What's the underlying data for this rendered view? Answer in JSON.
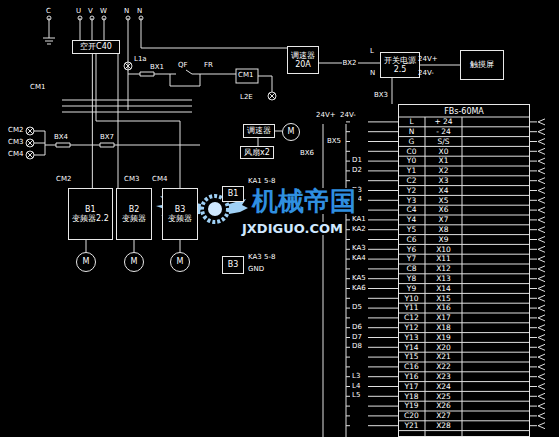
{
  "diagram": {
    "nodes": [
      {
        "text": [
          "空开C40"
        ]
      },
      {
        "text": [
          "调速器",
          "20A"
        ]
      },
      {
        "text": [
          "开关电源",
          "2.5"
        ]
      },
      {
        "text": [
          "触摸屏"
        ]
      },
      {
        "text": [
          "调速器"
        ]
      },
      {
        "text": [
          "M"
        ]
      },
      {
        "text": [
          "风扇x2"
        ]
      },
      {
        "text": [
          "FBs-60MA"
        ]
      },
      {
        "text": [
          "B1",
          "变频器2.2"
        ]
      },
      {
        "text": [
          "B2",
          "变频器"
        ]
      },
      {
        "text": [
          "B3",
          "变频器"
        ]
      },
      {
        "text": [
          "B1"
        ]
      },
      {
        "text": [
          "B3"
        ]
      },
      {
        "text": [
          "M"
        ]
      },
      {
        "text": [
          "M"
        ]
      },
      {
        "text": [
          "M"
        ]
      }
    ],
    "edges": [
      {
        "from": 0,
        "to": 8,
        "arrow": "none"
      },
      {
        "from": 0,
        "to": 9,
        "arrow": "none"
      },
      {
        "from": 0,
        "to": 10,
        "arrow": "none"
      },
      {
        "from": 8,
        "to": 13,
        "arrow": "none"
      },
      {
        "from": 9,
        "to": 14,
        "arrow": "none"
      },
      {
        "from": 10,
        "to": 15,
        "arrow": "none"
      },
      {
        "from": 1,
        "to": 2,
        "label": "BX2",
        "arrow": "none"
      },
      {
        "from": 2,
        "to": 3,
        "arrow": "none"
      },
      {
        "from": 4,
        "to": 5,
        "arrow": "none"
      }
    ],
    "labels": [
      "C",
      "U",
      "V",
      "W",
      "N",
      "N",
      "L1a",
      "BX1",
      "QF",
      "FR",
      "CM1",
      "L2E",
      "CM1",
      "CM2",
      "CM3",
      "CM4",
      "BX4",
      "BX7",
      "BX6",
      "BX5",
      "24V+",
      "24V-",
      "CM2",
      "CM3",
      "CM4",
      "KA1 5-8",
      "KA3 5-8",
      "GND",
      "L",
      "N",
      "24V+",
      "24V-",
      "BX3",
      "D1",
      "D2",
      "D3",
      "D4",
      "KA1",
      "KA2",
      "KA3",
      "KA4",
      "KA5",
      "KA6",
      "D5",
      "D6",
      "D7",
      "D8",
      "L3",
      "L4",
      "L5",
      "机械帝国",
      "JXDIGUO.COM",
      "L",
      "+ 24",
      "N",
      "- 24",
      "G",
      "S/S",
      "C0",
      "X0",
      "Y0",
      "X1",
      "Y1",
      "X2",
      "C2",
      "X3",
      "Y2",
      "X4",
      "Y3",
      "X5",
      "C4",
      "X6",
      "Y4",
      "X7",
      "Y5",
      "X8",
      "C6",
      "X9",
      "Y6",
      "X10",
      "Y7",
      "X11",
      "C8",
      "X12",
      "Y8",
      "X13",
      "Y9",
      "X14",
      "Y10",
      "X15",
      "Y11",
      "X16",
      "C12",
      "X17",
      "Y12",
      "X18",
      "Y13",
      "X19",
      "Y14",
      "X20",
      "Y15",
      "X21",
      "C16",
      "X22",
      "Y16",
      "X23",
      "Y17",
      "X24",
      "Y18",
      "X25",
      "Y19",
      "X26",
      "C20",
      "X27",
      "Y21",
      "X28"
    ]
  }
}
